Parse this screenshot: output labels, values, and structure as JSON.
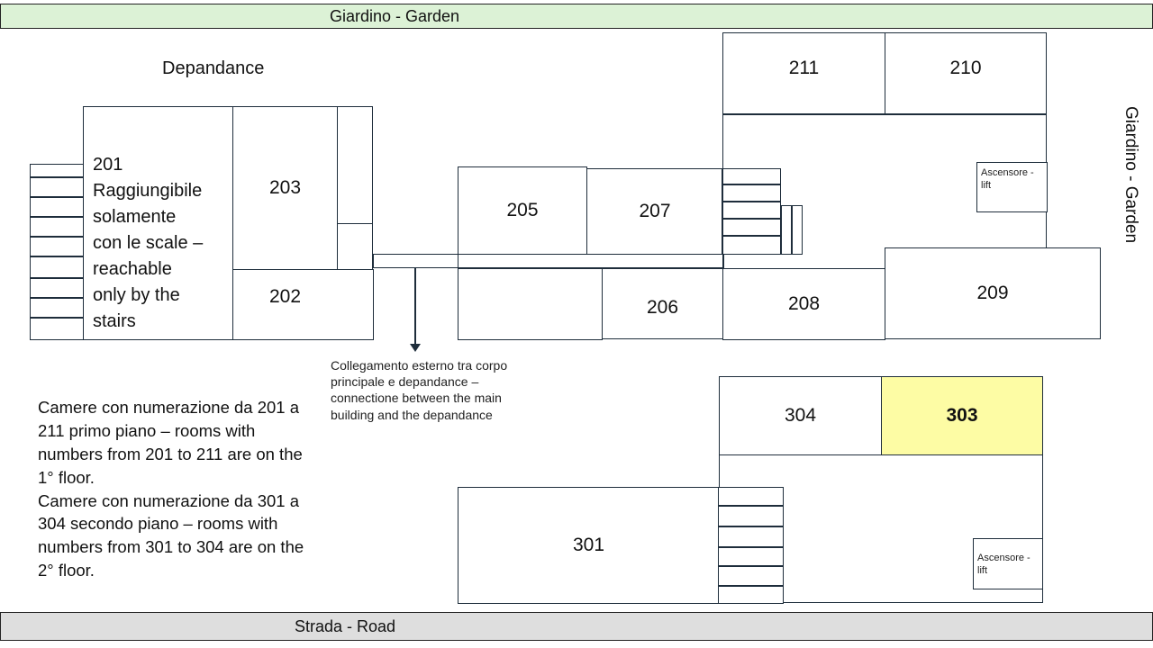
{
  "bands": {
    "top": "Giardino - Garden",
    "bottom": "Strada - Road",
    "right": "Giardino - Garden"
  },
  "headings": {
    "dependance": "Depandance"
  },
  "rooms": {
    "r201_text": "201\nRaggiungibile\nsolamente\ncon le scale –\nreachable\nonly by the\nstairs",
    "r202": "202",
    "r203": "203",
    "r205": "205",
    "r206": "206",
    "r207": "207",
    "r208": "208",
    "r209": "209",
    "r210": "210",
    "r211": "211",
    "r301": "301",
    "r303": "303",
    "r304": "304"
  },
  "lifts": {
    "first_floor": "Ascensore - lift",
    "second_floor": "Ascensore - lift"
  },
  "notes": {
    "connection": "Collegamento esterno tra corpo principale e depandance – connectione between the main building and the depandance",
    "legend": "Camere con numerazione da 201 a 211 primo piano – rooms with numbers from 201 to 211 are on the 1° floor.\nCamere con numerazione da 301 a 304 secondo piano – rooms with numbers from 301 to 304 are on the 2° floor."
  },
  "colors": {
    "garden_band": "#dcf2d6",
    "road_band": "#dedede",
    "highlight_room": "#fdfca4",
    "lines": "#1e2d3b"
  }
}
